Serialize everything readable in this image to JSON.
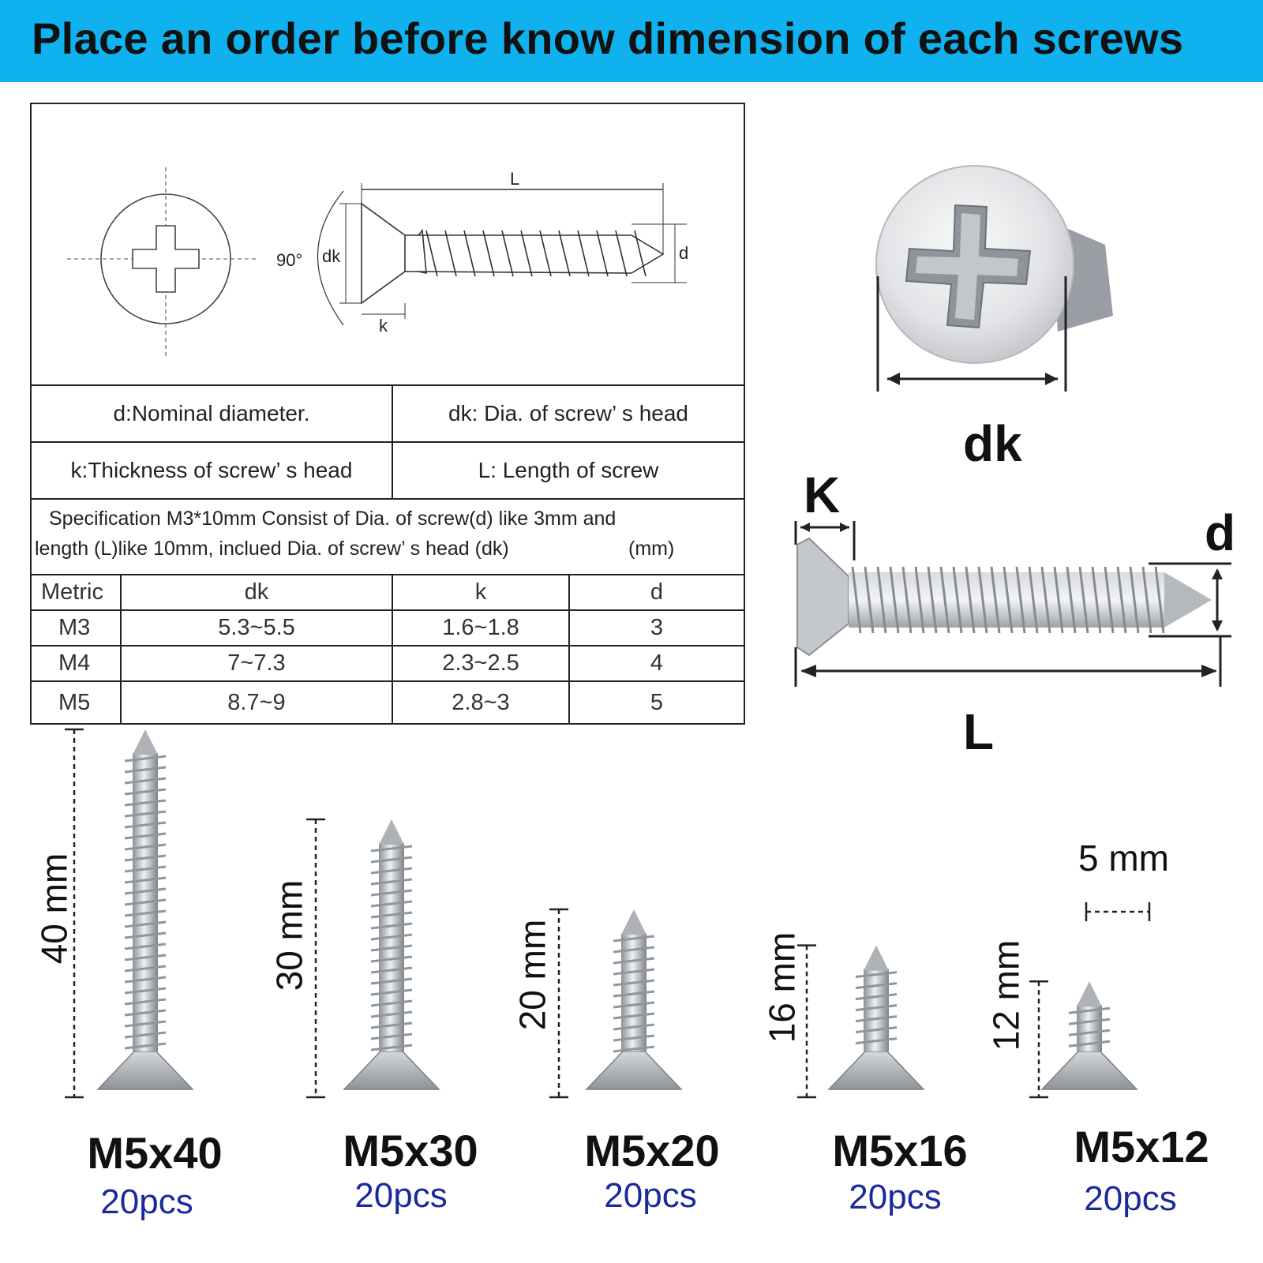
{
  "banner": {
    "title": "Place an order before know dimension of each screws",
    "color": "#0fb2ee"
  },
  "technical_drawing": {
    "label_L": "L",
    "label_d": "d",
    "label_dk": "dk",
    "label_k": "k",
    "label_angle": "90°"
  },
  "definitions": {
    "d": "d:Nominal diameter.",
    "dk": "dk: Dia. of screw’ s head",
    "k": "k:Thickness of screw’ s head",
    "L": "L: Length of screw"
  },
  "spec_note": {
    "line1": "Specification M3*10mm Consist of Dia. of screw(d) like 3mm and",
    "line2": "length (L)like 10mm, inclued Dia. of screw’ s head (dk)",
    "unit": "(mm)"
  },
  "spec_table": {
    "headers": [
      "Metric",
      "dk",
      "k",
      "d"
    ],
    "rows": [
      [
        "M3",
        "5.3~5.5",
        "1.6~1.8",
        "3"
      ],
      [
        "M4",
        "7~7.3",
        "2.3~2.5",
        "4"
      ],
      [
        "M5",
        "8.7~9",
        "2.8~3",
        "5"
      ]
    ]
  },
  "photo_labels": {
    "dk": "dk",
    "K": "K",
    "d": "d",
    "L": "L"
  },
  "screws": [
    {
      "size": "M5x40",
      "qty": "20pcs",
      "length": "40 mm",
      "length_mm": 40
    },
    {
      "size": "M5x30",
      "qty": "20pcs",
      "length": "30 mm",
      "length_mm": 30
    },
    {
      "size": "M5x20",
      "qty": "20pcs",
      "length": "20 mm",
      "length_mm": 20
    },
    {
      "size": "M5x16",
      "qty": "20pcs",
      "length": "16 mm",
      "length_mm": 16
    },
    {
      "size": "M5x12",
      "qty": "20pcs",
      "length": "12 mm",
      "length_mm": 12
    }
  ],
  "diameter_label": "5 mm",
  "colors": {
    "qty_text": "#1a2a9c",
    "metal": "#b8bcc2"
  }
}
